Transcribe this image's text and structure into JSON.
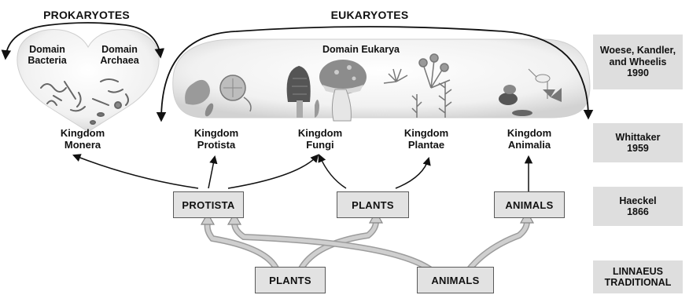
{
  "headers": {
    "prokaryotes": "PROKARYOTES",
    "eukaryotes": "EUKARYOTES"
  },
  "domains": {
    "bacteria": "Domain\nBacteria",
    "archaea": "Domain\nArchaea",
    "eukarya": "Domain Eukarya"
  },
  "kingdoms": {
    "monera": "Kingdom\nMonera",
    "protista": "Kingdom\nProtista",
    "fungi": "Kingdom\nFungi",
    "plantae": "Kingdom\nPlantae",
    "animalia": "Kingdom\nAnimalia"
  },
  "haeckel_boxes": {
    "protista": "PROTISTA",
    "plants": "PLANTS",
    "animals": "ANIMALS"
  },
  "linnaeus_boxes": {
    "plants": "PLANTS",
    "animals": "ANIMALS"
  },
  "side_labels": {
    "woese": "Woese, Kandler,\nand Wheelis\n1990",
    "whittaker": "Whittaker\n1959",
    "haeckel": "Haeckel\n1866",
    "linnaeus": "LINNAEUS\nTRADITIONAL"
  },
  "colors": {
    "box_fill": "#e2e2e2",
    "side_fill": "#dedede",
    "arrow_light": "#c8c8c8",
    "line_dark": "#111111"
  }
}
